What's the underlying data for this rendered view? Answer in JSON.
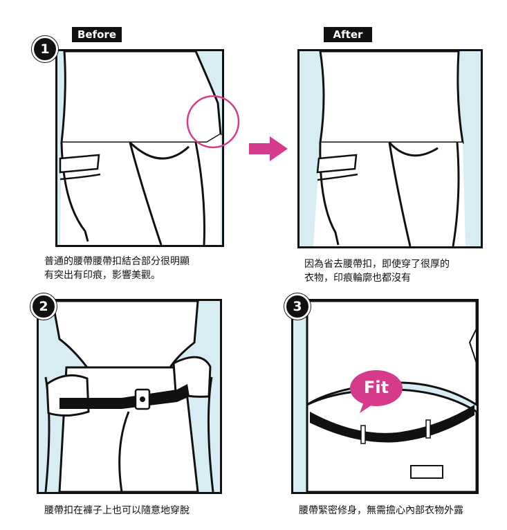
{
  "labels": {
    "before": "Before",
    "after": "After",
    "fit": "Fit"
  },
  "steps": [
    {
      "number": "1"
    },
    {
      "number": "2"
    },
    {
      "number": "3"
    }
  ],
  "captions": {
    "before_line1": "普通的腰帶腰帶扣結合部分很明顯",
    "before_line2": "有突出有印痕，影響美觀。",
    "after_line1": "因為省去腰帶扣，即使穿了很厚的",
    "after_line2": "衣物，印痕輪廓也都沒有",
    "step2": "腰帶扣在褲子上也可以隨意地穿脫",
    "step3": "腰帶緊密修身，無需擔心內部衣物外露"
  },
  "colors": {
    "panel_bg": "#d8ecf4",
    "accent": "#d63a8a",
    "line": "#111111"
  }
}
